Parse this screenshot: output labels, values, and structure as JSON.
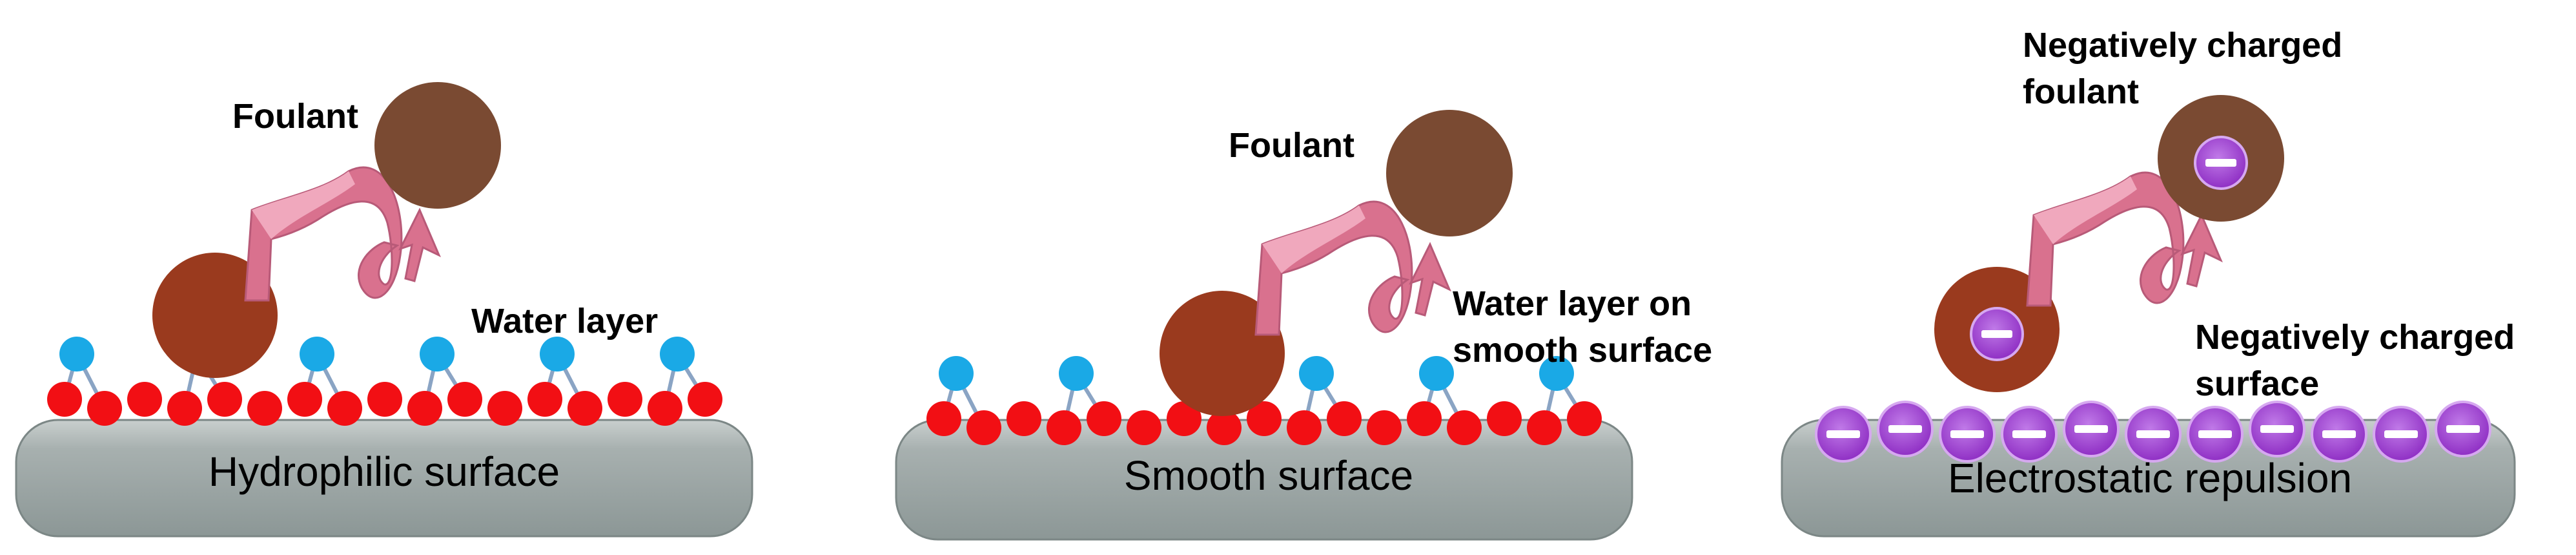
{
  "colors": {
    "surface": "#9ba5a4",
    "surface_edge": "#7c8786",
    "surface_highlight": "#c6cccb",
    "oxygen": "#f20f14",
    "hydrogen": "#1aa9e6",
    "bond": "#8aa4c4",
    "foulant_bound": "#9a3a1e",
    "foulant_free": "#7a4a32",
    "arrow": "#d9718e",
    "arrow_light": "#f0a8bd",
    "charge": "#a547d6",
    "charge_ring": "#c58ae8",
    "minus": "#ffffff"
  },
  "panels": [
    {
      "id": "hydrophilic",
      "surface_label": "Hydrophilic surface",
      "foulant_label": "Foulant",
      "water_label": [
        "Water layer"
      ]
    },
    {
      "id": "smooth",
      "surface_label": "Smooth surface",
      "foulant_label": "Foulant",
      "water_label": [
        "Water layer on",
        "smooth surface"
      ]
    },
    {
      "id": "electrostatic",
      "surface_label": "Electrostatic repulsion",
      "foulant_label": [
        "Negatively charged",
        "foulant"
      ],
      "surface_charge_label": [
        "Negatively charged",
        "surface"
      ]
    }
  ]
}
